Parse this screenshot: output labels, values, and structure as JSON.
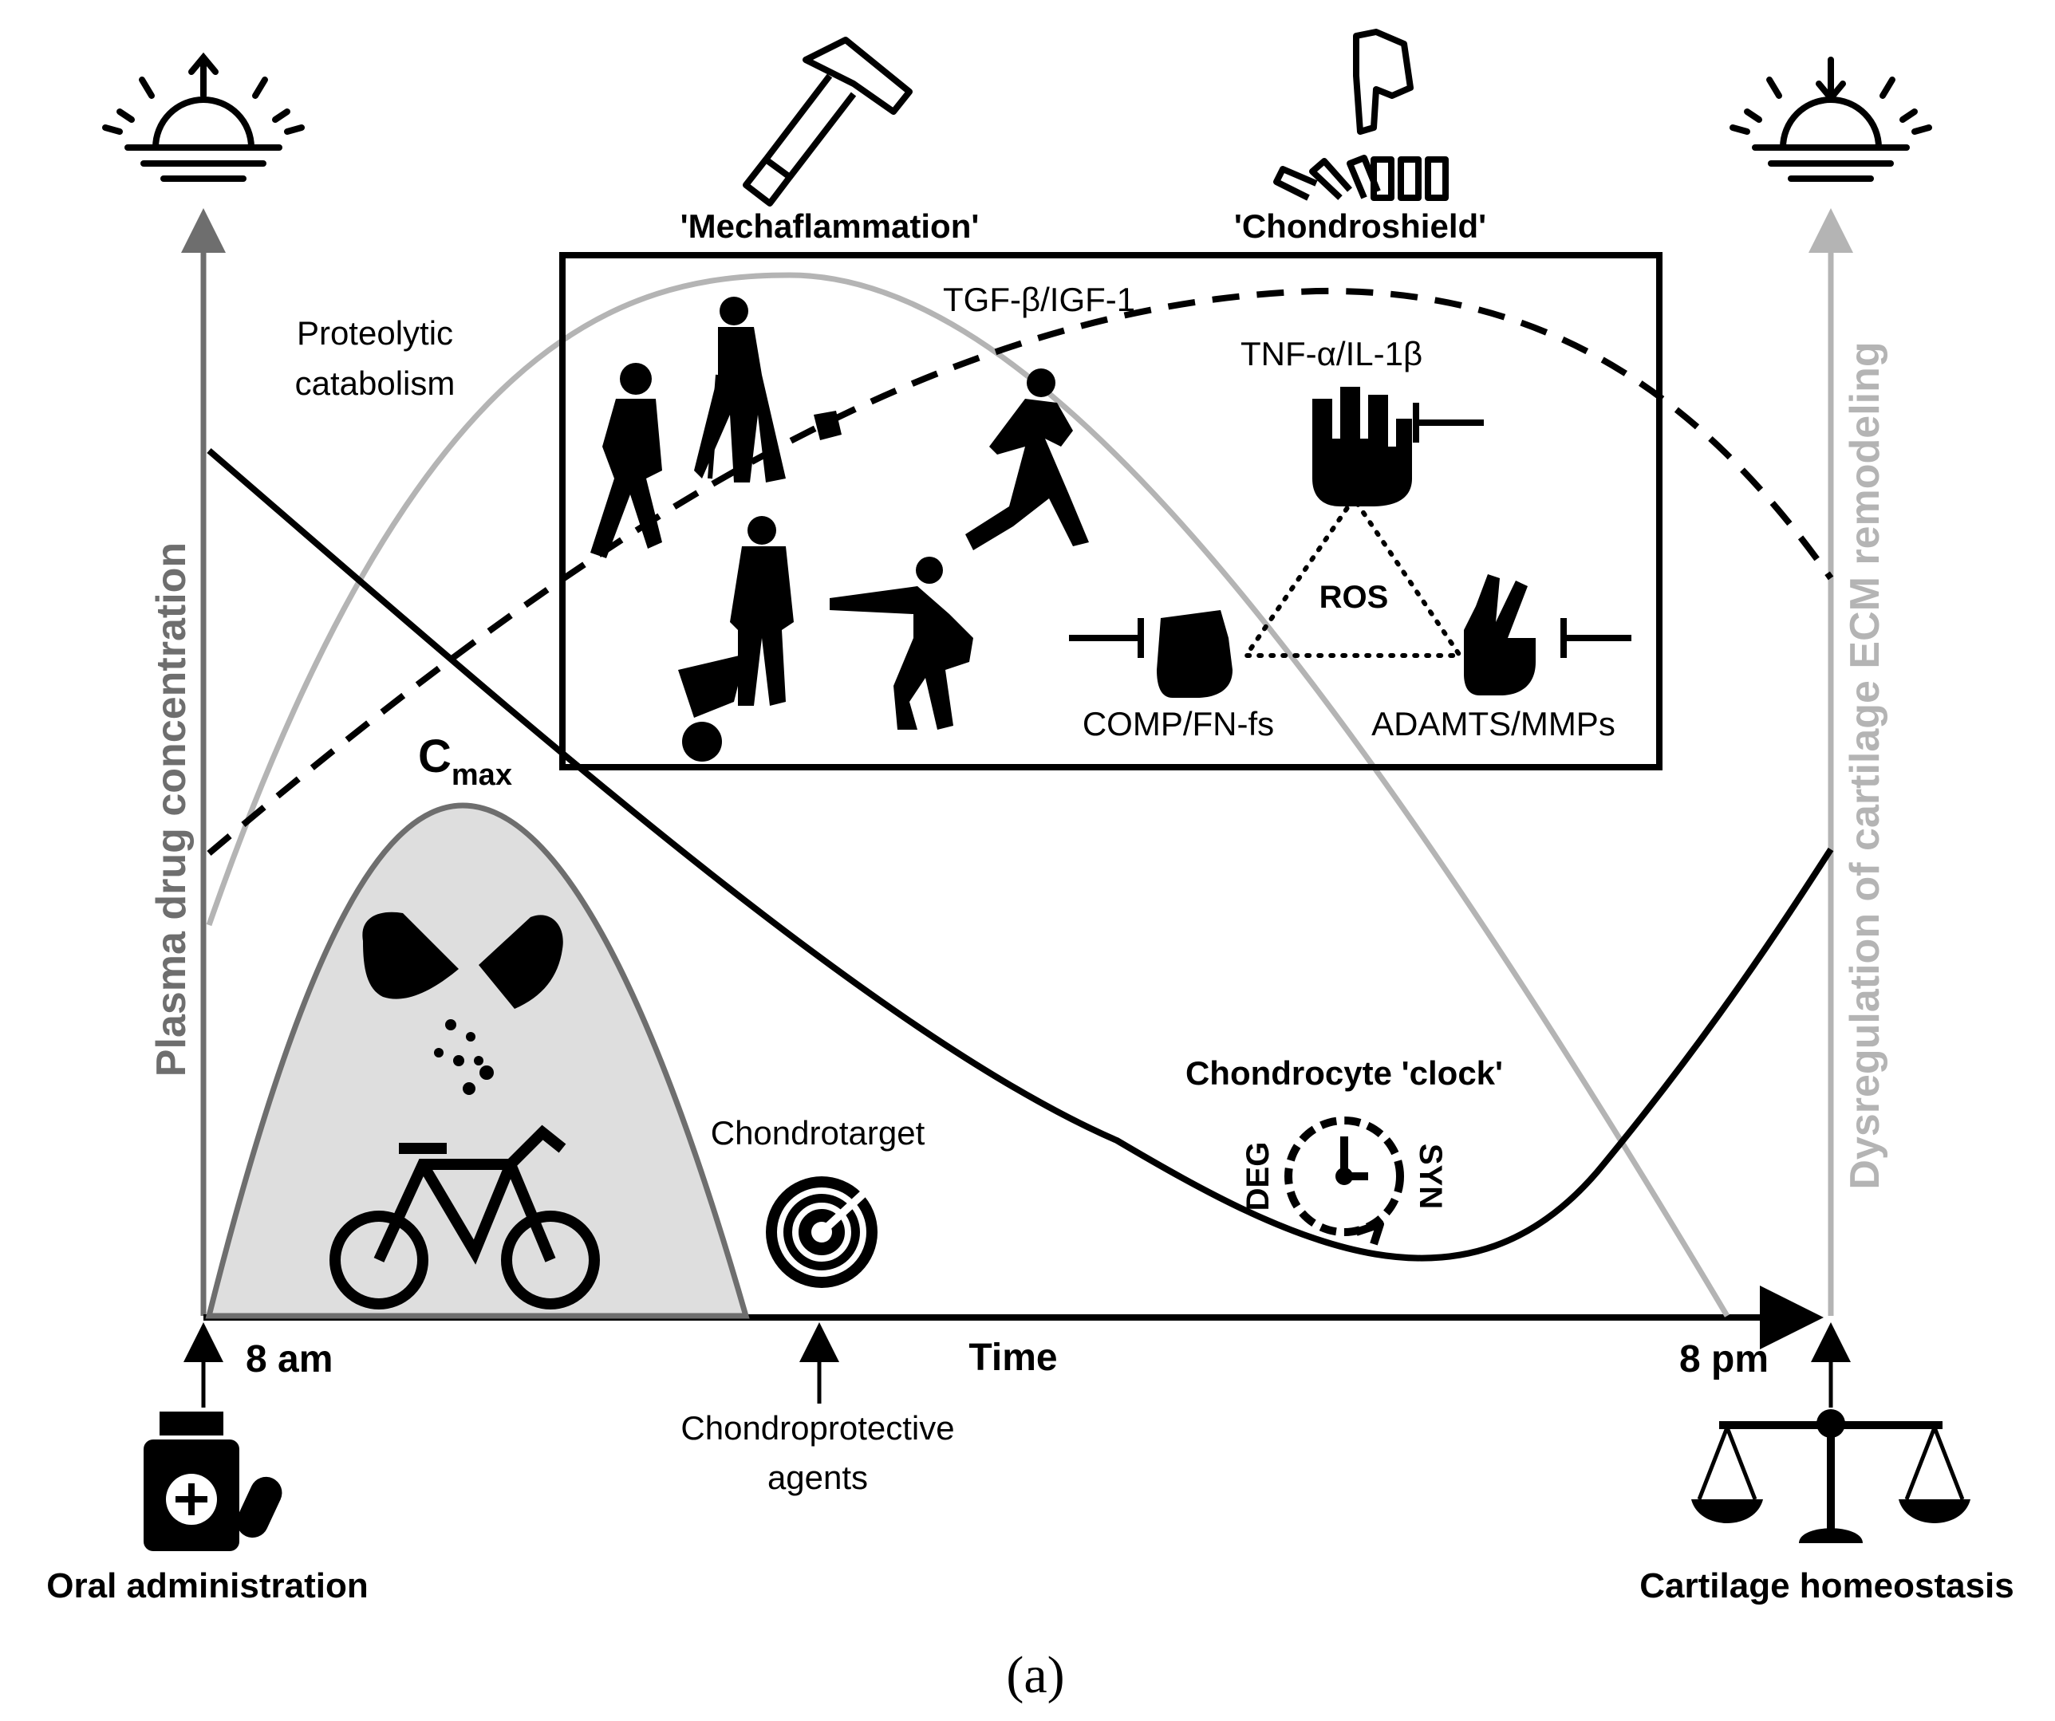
{
  "labels": {
    "y_axis_left": "Plasma drug concentration",
    "y_axis_right": "Dysregulation of cartilage ECM remodeling",
    "x_axis": "Time",
    "time_start": "8 am",
    "time_end": "8 pm",
    "oral_administration": "Oral administration",
    "cartilage_homeostasis": "Cartilage homeostasis",
    "chondroprotective_line1": "Chondroprotective",
    "chondroprotective_line2": "agents",
    "mechaflammation": "'Mechaflammation'",
    "chondroshield": "'Chondroshield'",
    "proteolytic_line1": "Proteolytic",
    "proteolytic_line2": "catabolism",
    "tgf": "TGF-β/IGF-1",
    "tnf": "TNF-α/IL-1β",
    "ros": "ROS",
    "comp": "COMP/FN-fs",
    "adamts": "ADAMTS/MMPs",
    "cmax_main": "C",
    "cmax_sub": "max",
    "chondrotarget": "Chondrotarget",
    "chondrocyte_clock": "Chondrocyte 'clock'",
    "deg": "DEG",
    "syn": "SYN",
    "panel_label": "(a)"
  },
  "icons": {
    "sunrise": "sunrise-icon",
    "sunset": "sunset-icon",
    "hammer": "hammer-icon",
    "domino": "finger-domino-icon",
    "hand_stop": "stop-hand-icon",
    "fist": "fist-icon",
    "victory": "victory-hand-icon",
    "capsule": "capsule-icon",
    "bicycle": "bicycle-icon",
    "target": "target-icon",
    "clock": "clock-icon",
    "medicine": "medicine-bottle-icon",
    "scale": "balance-scale-icon",
    "people": "activity-silhouettes"
  },
  "colors": {
    "black": "#000000",
    "left_axis_gray": "#6e6e6e",
    "right_axis_gray": "#b4b4b4",
    "peak_fill": "#dedede",
    "peak_stroke": "#6e6e6e"
  }
}
